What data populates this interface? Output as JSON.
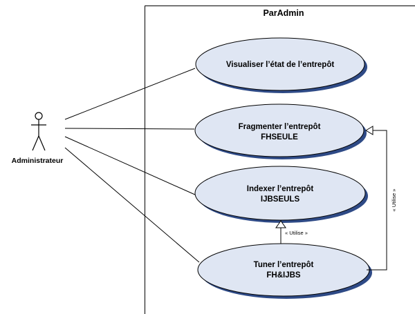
{
  "system": {
    "title": "ParAdmin"
  },
  "actor": {
    "label": "Administrateur",
    "icon": "stick-figure-icon"
  },
  "use_cases": [
    {
      "id": "uc-visualiser",
      "lines": [
        "Visualiser l’état de l’entrepôt"
      ]
    },
    {
      "id": "uc-fragmenter",
      "lines": [
        "Fragmenter l’entrepôt",
        "FHSEULE"
      ]
    },
    {
      "id": "uc-indexer",
      "lines": [
        "Indexer l’entrepôt",
        "IJBSEULS"
      ]
    },
    {
      "id": "uc-tuner",
      "lines": [
        "Tuner l’entrepôt",
        "FH&IJBS"
      ]
    }
  ],
  "relations": {
    "uses_vertical": "« Utilise »",
    "uses_right": "« Utilise »"
  },
  "colors": {
    "ellipse_fill": "#dfe6f3",
    "ellipse_shadow": "#2e4a86",
    "stroke": "#000000"
  }
}
